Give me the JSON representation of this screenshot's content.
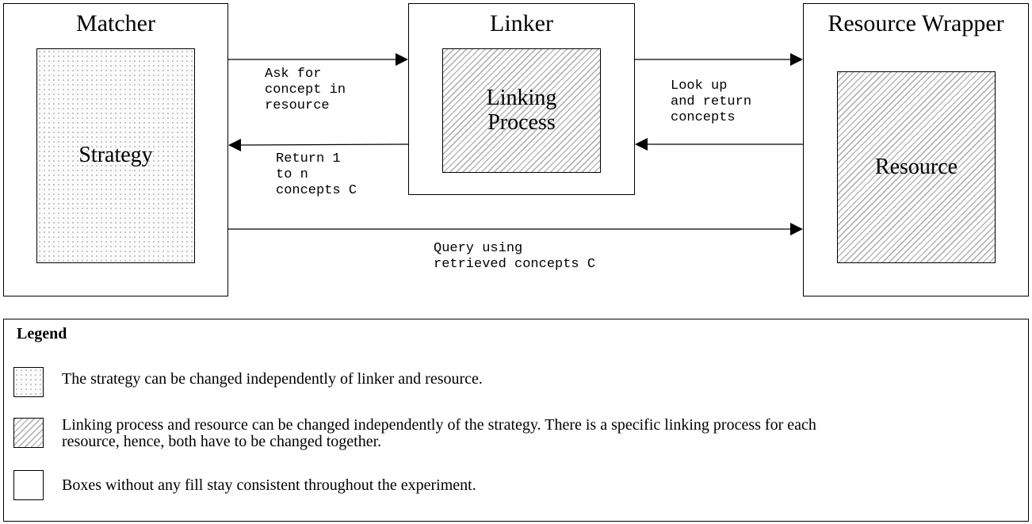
{
  "components": {
    "matcher": {
      "title": "Matcher",
      "inner": "Strategy"
    },
    "linker": {
      "title": "Linker",
      "inner_line1": "Linking",
      "inner_line2": "Process"
    },
    "wrapper": {
      "title": "Resource Wrapper",
      "inner": "Resource"
    }
  },
  "edges": {
    "ask": "Ask for\nconcept in\nresource",
    "return": "Return 1\nto n\nconcepts C",
    "lookup": "Look up\nand return\nconcepts",
    "query": "Query using\nretrieved concepts C"
  },
  "legend": {
    "title": "Legend",
    "items": [
      {
        "text": "The strategy can be changed independently of linker and resource."
      },
      {
        "text_line1": "Linking process and resource can be changed independently of the strategy. There is a specific linking process for each",
        "text_line2": "resource, hence, both have to be changed together."
      },
      {
        "text": "Boxes without any fill stay consistent throughout the experiment."
      }
    ]
  }
}
